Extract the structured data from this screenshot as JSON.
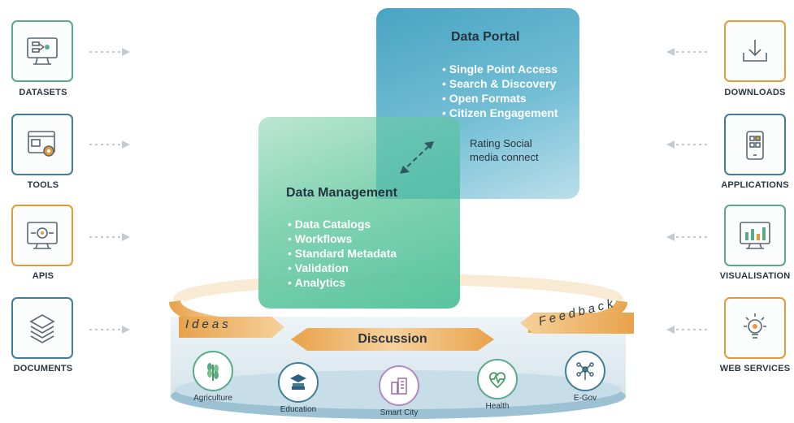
{
  "left_items": [
    {
      "label": "DATASETS",
      "icon": "dataset-monitor-icon",
      "color": "#5aa98a"
    },
    {
      "label": "TOOLS",
      "icon": "tools-gear-window-icon",
      "color": "#3f7e94"
    },
    {
      "label": "APIS",
      "icon": "api-gear-icon",
      "color": "#e59a3a"
    },
    {
      "label": "DOCUMENTS",
      "icon": "documents-stack-icon",
      "color": "#3f7e94"
    }
  ],
  "right_items": [
    {
      "label": "DOWNLOADS",
      "icon": "download-tray-icon",
      "color": "#e59a3a"
    },
    {
      "label": "APPLICATIONS",
      "icon": "applications-phone-icon",
      "color": "#3f7e94"
    },
    {
      "label": "VISUALISATION",
      "icon": "visualisation-monitor-icon",
      "color": "#5aa98a"
    },
    {
      "label": "WEB SERVICES",
      "icon": "web-services-bulb-icon",
      "color": "#e59a3a"
    }
  ],
  "data_portal": {
    "title": "Data Portal",
    "features": [
      "Single Point Access",
      "Search & Discovery",
      "Open Formats",
      "Citizen Engagement"
    ],
    "note": "Rating Social media connect"
  },
  "data_management": {
    "title": "Data Management",
    "features": [
      "Data Catalogs",
      "Workflows",
      "Standard Metadata",
      "Validation",
      "Analytics"
    ]
  },
  "ring": {
    "ideas": "Ideas",
    "discussion": "Discussion",
    "feedback": "Feedback"
  },
  "sectors": [
    {
      "label": "Agriculture",
      "icon": "wheat-icon"
    },
    {
      "label": "Education",
      "icon": "graduation-books-icon"
    },
    {
      "label": "Smart City",
      "icon": "city-buildings-icon"
    },
    {
      "label": "Health",
      "icon": "heartbeat-icon"
    },
    {
      "label": "E-Gov",
      "icon": "touch-network-icon"
    }
  ],
  "colors": {
    "green": "#5aa98a",
    "teal": "#3f7e94",
    "orange": "#e59a3a",
    "portal": "#4aa3c2",
    "management": "#52c49a"
  }
}
